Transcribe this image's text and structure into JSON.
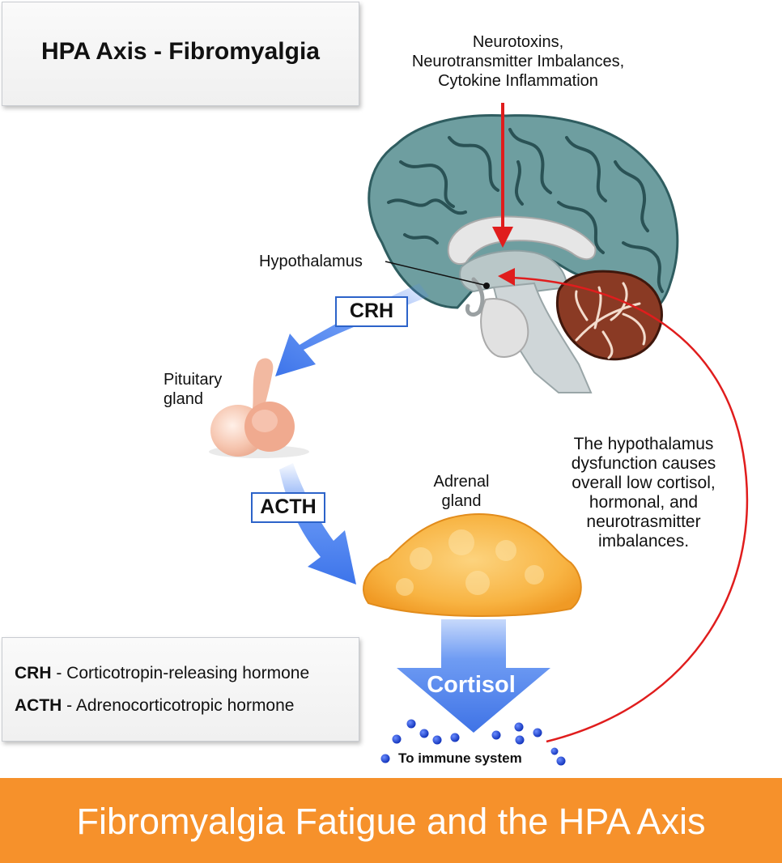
{
  "title": "HPA Axis - Fibromyalgia",
  "causes": {
    "line1": "Neurotoxins,",
    "line2": "Neurotransmitter Imbalances,",
    "line3": "Cytokine Inflammation"
  },
  "labels": {
    "hypothalamus": "Hypothalamus",
    "pituitary_line1": "Pituitary",
    "pituitary_line2": "gland",
    "adrenal_line1": "Adrenal",
    "adrenal_line2": "gland",
    "cortisol": "Cortisol",
    "immune": "To immune system"
  },
  "hormone_tags": {
    "crh": "CRH",
    "acth": "ACTH"
  },
  "dysfunction": {
    "line1": "The hypothalamus",
    "line2": "dysfunction causes",
    "line3": "overall low cortisol,",
    "line4": "hormonal, and",
    "line5": "neurotrasmitter",
    "line6": "imbalances."
  },
  "legend": {
    "crh_abbr": "CRH",
    "crh_desc": " - Corticotropin-releasing hormone",
    "acth_abbr": "ACTH",
    "acth_desc": " - Adrenocorticotropic hormone"
  },
  "footer": "Fibromyalgia Fatigue and the HPA Axis",
  "colors": {
    "accent_orange": "#f6912b",
    "arrow_blue": "#4f86f2",
    "feedback_red": "#e01d1d",
    "brain_teal": "#6e9ea0",
    "adrenal_orange": "#f7b546"
  }
}
